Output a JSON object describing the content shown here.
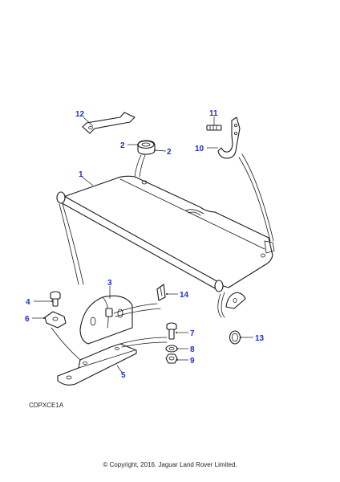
{
  "callouts": {
    "c1": "1",
    "c2a": "2",
    "c2b": "2",
    "c3": "3",
    "c4": "4",
    "c5": "5",
    "c6": "6",
    "c7": "7",
    "c8": "8",
    "c9": "9",
    "c10": "10",
    "c11": "11",
    "c12": "12",
    "c13": "13",
    "c14": "14"
  },
  "illustration_ref": "CDPXCE1A",
  "copyright": "© Copyright, 2016. Jaguar Land Rover Limited.",
  "colors": {
    "callout": "#1a2fd6",
    "line": "#1a1a1a",
    "background": "#ffffff"
  }
}
